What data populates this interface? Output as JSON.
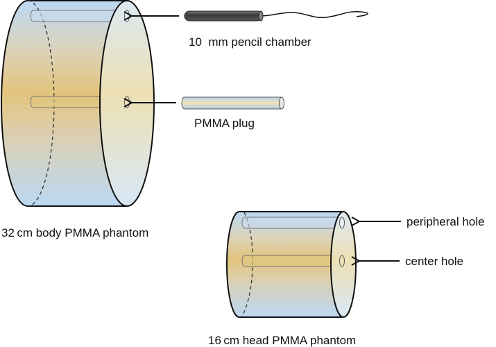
{
  "diagram": {
    "title": "CT dosimetry phantom setup",
    "labels": {
      "pencil_chamber": "10  mm pencil chamber",
      "pmma_plug": "PMMA plug",
      "body_phantom": "32 cm body PMMA phantom",
      "head_phantom": "16 cm head PMMA phantom",
      "peripheral_hole": "peripheral hole",
      "center_hole": "center hole"
    },
    "colors": {
      "blue": "#bcd8f2",
      "tan": "#e2c57e",
      "face": "#e6e6d8",
      "outline": "#111111",
      "chamber": "#4a4a4a"
    }
  }
}
